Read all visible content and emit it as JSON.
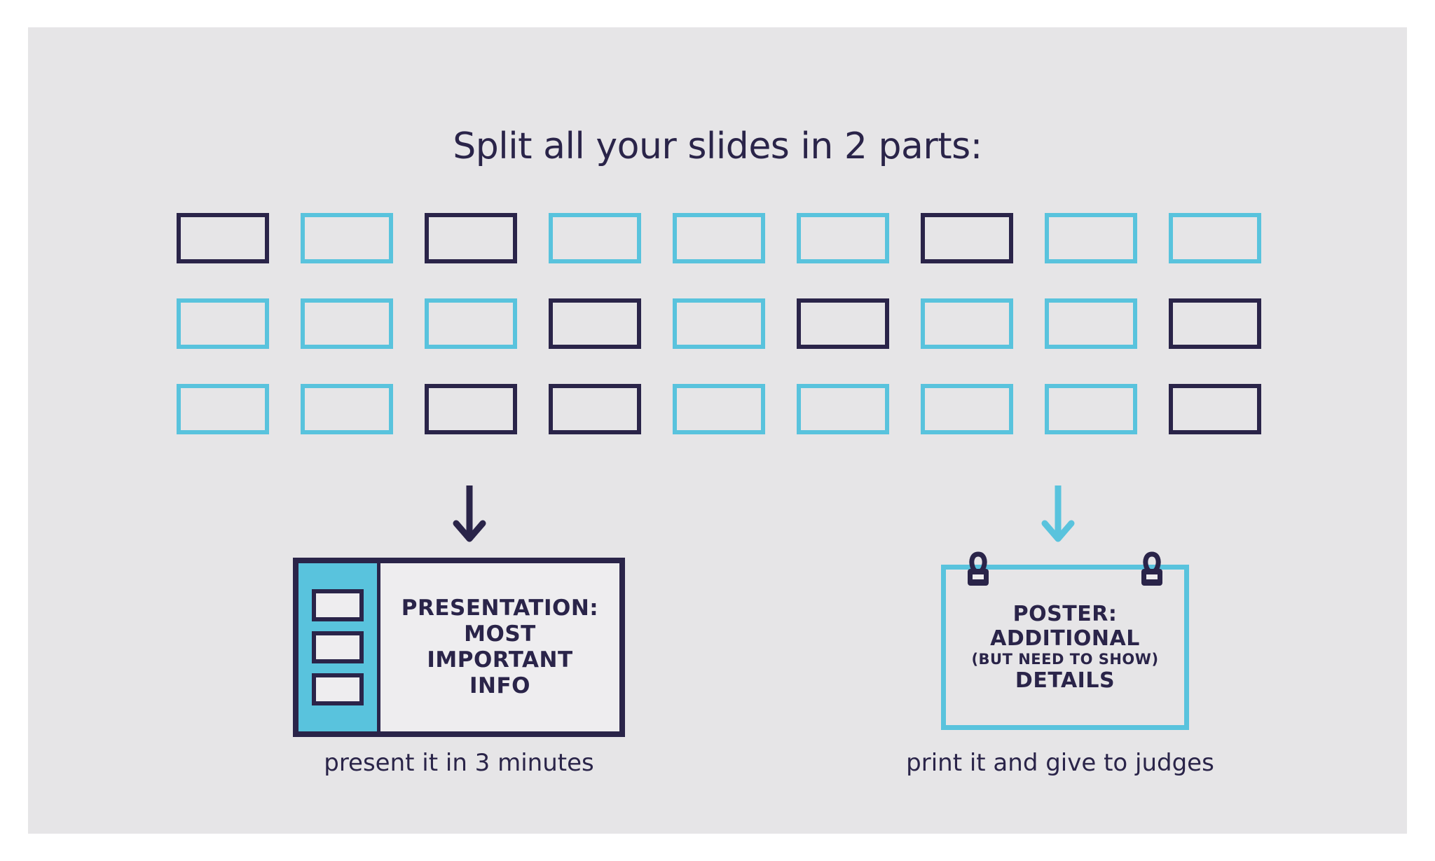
{
  "slide": {
    "title": "Split all your slides in 2 parts:",
    "background_color": "#e6e5e7",
    "navy_color": "#2a2449",
    "cyan_color": "#59c3dd"
  },
  "grid": {
    "rows": 3,
    "columns": 9,
    "cells": [
      [
        {
          "color": "navy"
        },
        {
          "color": "cyan"
        },
        {
          "color": "navy"
        },
        {
          "color": "cyan"
        },
        {
          "color": "cyan"
        },
        {
          "color": "cyan"
        },
        {
          "color": "navy"
        },
        {
          "color": "cyan"
        },
        {
          "color": "cyan"
        }
      ],
      [
        {
          "color": "cyan"
        },
        {
          "color": "cyan"
        },
        {
          "color": "cyan"
        },
        {
          "color": "navy"
        },
        {
          "color": "cyan"
        },
        {
          "color": "navy"
        },
        {
          "color": "cyan"
        },
        {
          "color": "cyan"
        },
        {
          "color": "navy"
        }
      ],
      [
        {
          "color": "cyan"
        },
        {
          "color": "cyan"
        },
        {
          "color": "navy"
        },
        {
          "color": "navy"
        },
        {
          "color": "cyan"
        },
        {
          "color": "cyan"
        },
        {
          "color": "cyan"
        },
        {
          "color": "cyan"
        },
        {
          "color": "navy"
        }
      ]
    ]
  },
  "arrows": {
    "left": {
      "icon": "arrow-down-icon",
      "color": "#2a2449"
    },
    "right": {
      "icon": "arrow-down-icon",
      "color": "#59c3dd"
    }
  },
  "presentation": {
    "thumbnail_count": 3,
    "lines": [
      "PRESENTATION:",
      "MOST",
      "IMPORTANT",
      "INFO"
    ],
    "caption": "present it in 3 minutes"
  },
  "poster": {
    "lines": [
      "POSTER:",
      "ADDITIONAL",
      "(BUT NEED TO SHOW)",
      "DETAILS"
    ],
    "caption": "print it and give to judges",
    "clips": [
      "binder-clip-icon",
      "binder-clip-icon"
    ]
  }
}
